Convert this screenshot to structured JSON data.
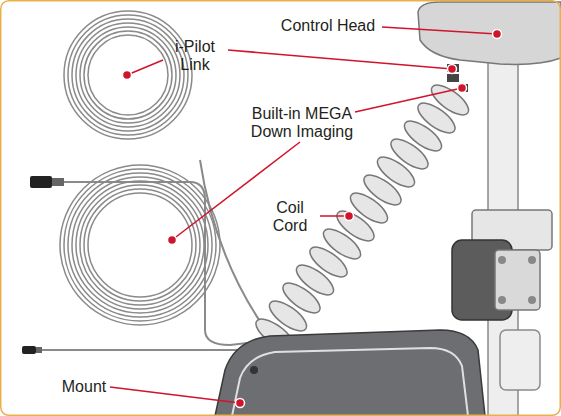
{
  "diagram": {
    "labels": [
      "Control Head",
      "i-Pilot Link",
      "Built-in MEGA Down Imaging",
      "Coil Cord",
      "Mount"
    ]
  }
}
